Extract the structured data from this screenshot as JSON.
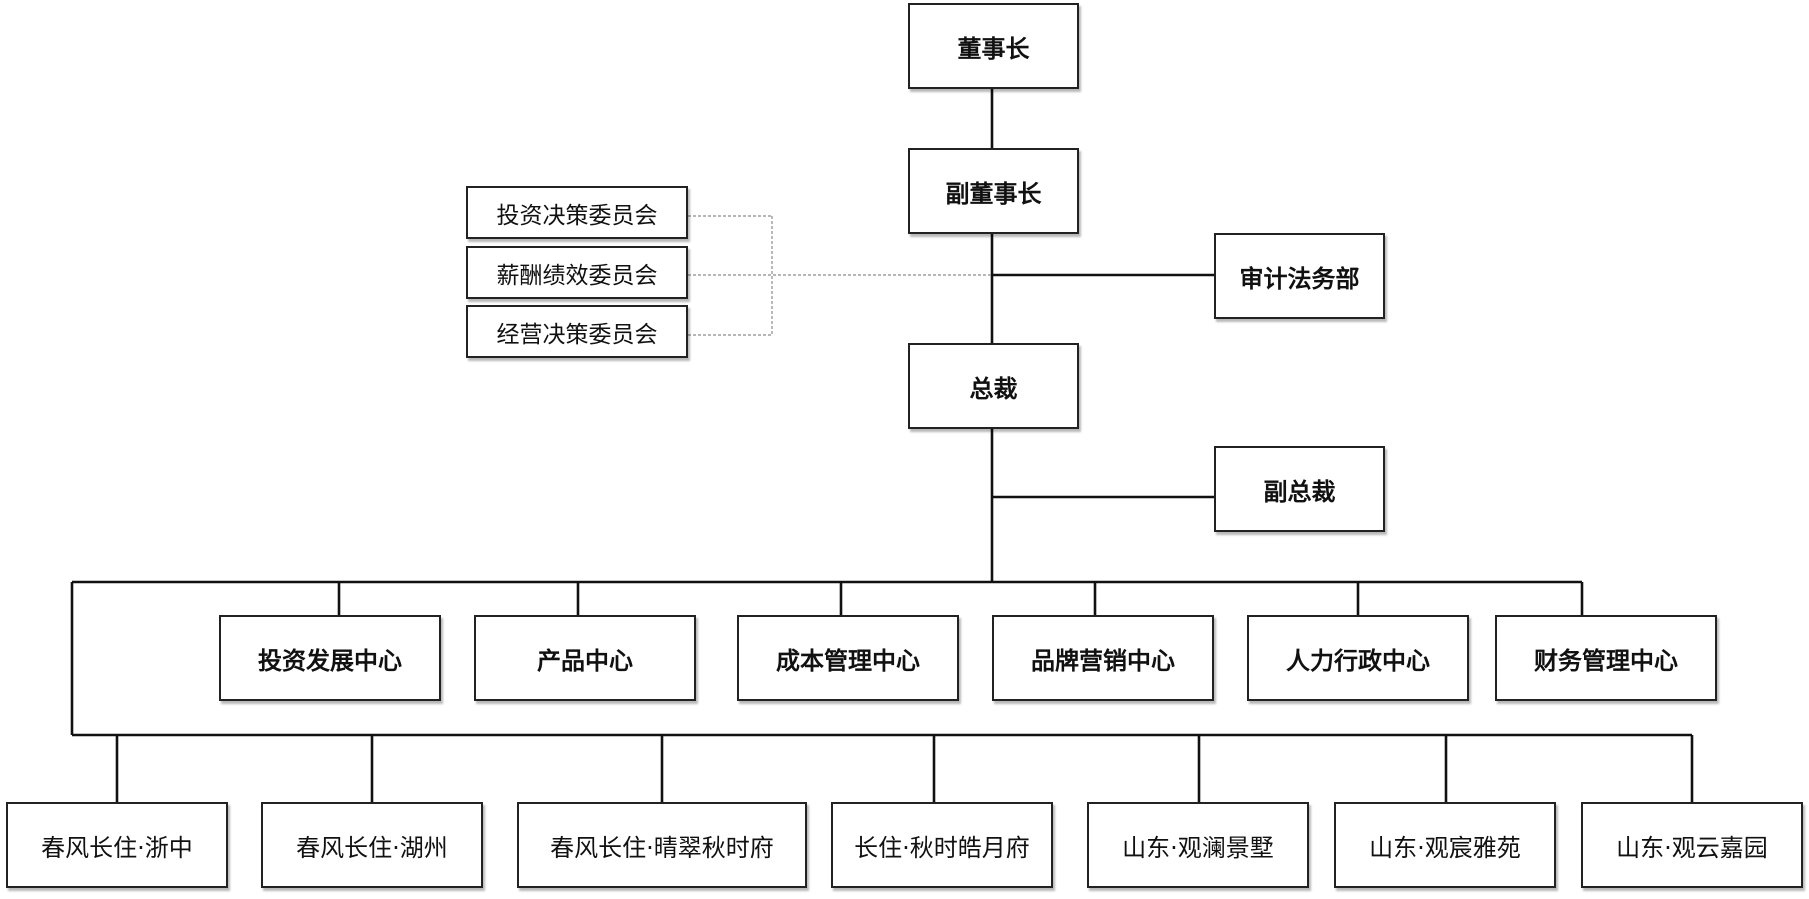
{
  "nodes": {
    "chairman": "董事长",
    "vice_chairman": "副董事长",
    "audit_legal": "审计法务部",
    "president": "总裁",
    "vice_president": "副总裁"
  },
  "committees": [
    "投资决策委员会",
    "薪酬绩效委员会",
    "经营决策委员会"
  ],
  "centers": [
    "投资发展中心",
    "产品中心",
    "成本管理中心",
    "品牌营销中心",
    "人力行政中心",
    "财务管理中心"
  ],
  "projects": [
    "春风长住·浙中",
    "春风长住·湖州",
    "春风长住·晴翠秋时府",
    "长住·秋时皓月府",
    "山东·观澜景墅",
    "山东·观宸雅苑",
    "山东·观云嘉园"
  ]
}
